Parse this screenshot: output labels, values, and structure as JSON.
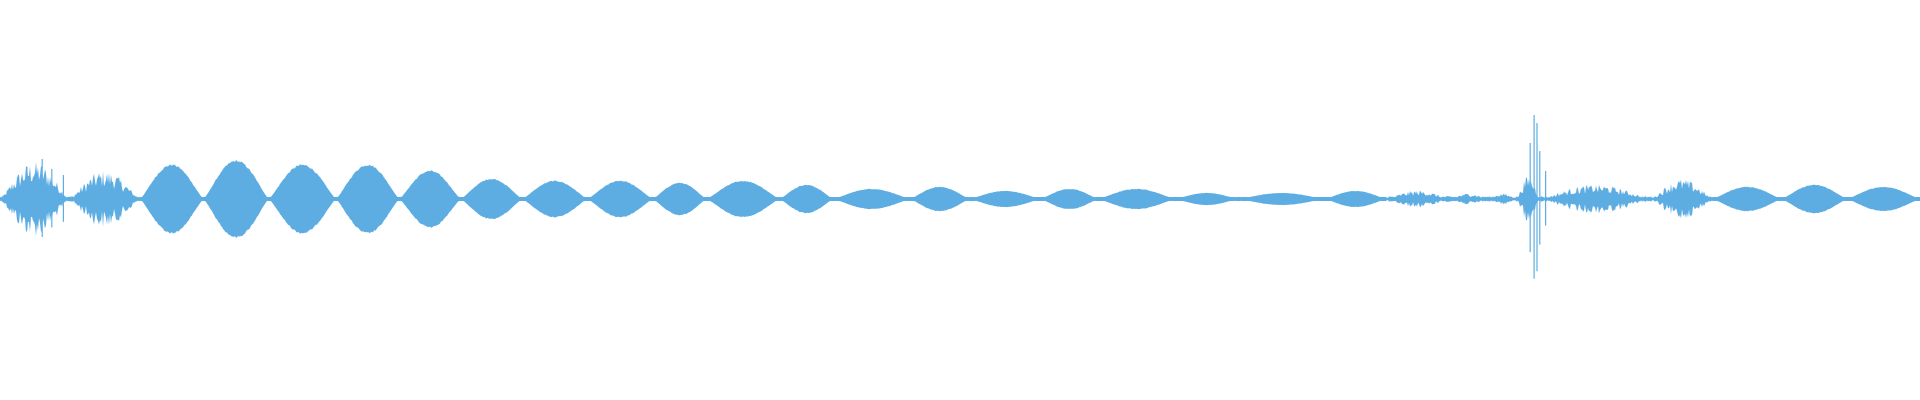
{
  "waveform": {
    "color": "#5DADE2",
    "background": "#ffffff",
    "baseline_amplitude": 0.01,
    "lobes": [
      {
        "start": 0.0,
        "end": 0.036,
        "peak": 0.13,
        "texture": "noisy"
      },
      {
        "start": 0.036,
        "end": 0.073,
        "peak": 0.1,
        "texture": "noisy"
      },
      {
        "start": 0.073,
        "end": 0.106,
        "peak": 0.17,
        "texture": "smooth"
      },
      {
        "start": 0.106,
        "end": 0.14,
        "peak": 0.19,
        "texture": "smooth"
      },
      {
        "start": 0.14,
        "end": 0.175,
        "peak": 0.17,
        "texture": "smooth"
      },
      {
        "start": 0.175,
        "end": 0.208,
        "peak": 0.17,
        "texture": "smooth"
      },
      {
        "start": 0.208,
        "end": 0.24,
        "peak": 0.14,
        "texture": "smooth"
      },
      {
        "start": 0.24,
        "end": 0.272,
        "peak": 0.1,
        "texture": "smooth"
      },
      {
        "start": 0.272,
        "end": 0.306,
        "peak": 0.09,
        "texture": "smooth"
      },
      {
        "start": 0.306,
        "end": 0.34,
        "peak": 0.09,
        "texture": "smooth"
      },
      {
        "start": 0.34,
        "end": 0.368,
        "peak": 0.08,
        "texture": "smooth"
      },
      {
        "start": 0.368,
        "end": 0.406,
        "peak": 0.09,
        "texture": "smooth"
      },
      {
        "start": 0.406,
        "end": 0.434,
        "peak": 0.07,
        "texture": "smooth"
      },
      {
        "start": 0.434,
        "end": 0.474,
        "peak": 0.05,
        "texture": "smooth"
      },
      {
        "start": 0.474,
        "end": 0.505,
        "peak": 0.06,
        "texture": "smooth"
      },
      {
        "start": 0.505,
        "end": 0.542,
        "peak": 0.04,
        "texture": "smooth"
      },
      {
        "start": 0.542,
        "end": 0.572,
        "peak": 0.05,
        "texture": "smooth"
      },
      {
        "start": 0.572,
        "end": 0.612,
        "peak": 0.05,
        "texture": "smooth"
      },
      {
        "start": 0.612,
        "end": 0.645,
        "peak": 0.03,
        "texture": "smooth"
      },
      {
        "start": 0.645,
        "end": 0.69,
        "peak": 0.03,
        "texture": "smooth"
      },
      {
        "start": 0.69,
        "end": 0.722,
        "peak": 0.04,
        "texture": "smooth"
      },
      {
        "start": 0.722,
        "end": 0.755,
        "peak": 0.03,
        "texture": "noisy"
      },
      {
        "start": 0.755,
        "end": 0.775,
        "peak": 0.02,
        "texture": "noisy"
      },
      {
        "start": 0.775,
        "end": 0.79,
        "peak": 0.02,
        "texture": "noisy"
      },
      {
        "start": 0.79,
        "end": 0.802,
        "peak": 0.08,
        "texture": "noisy"
      },
      {
        "start": 0.802,
        "end": 0.86,
        "peak": 0.05,
        "texture": "noisy"
      },
      {
        "start": 0.86,
        "end": 0.892,
        "peak": 0.07,
        "texture": "noisy"
      },
      {
        "start": 0.892,
        "end": 0.928,
        "peak": 0.06,
        "texture": "smooth"
      },
      {
        "start": 0.928,
        "end": 0.962,
        "peak": 0.07,
        "texture": "smooth"
      },
      {
        "start": 0.962,
        "end": 1.0,
        "peak": 0.06,
        "texture": "smooth"
      }
    ],
    "spikes": [
      {
        "position": 0.014,
        "amplitude": 0.16
      },
      {
        "position": 0.022,
        "amplitude": 0.2
      },
      {
        "position": 0.027,
        "amplitude": 0.15
      },
      {
        "position": 0.033,
        "amplitude": 0.12
      },
      {
        "position": 0.797,
        "amplitude": 0.28
      },
      {
        "position": 0.799,
        "amplitude": 0.42
      },
      {
        "position": 0.8005,
        "amplitude": 0.38
      },
      {
        "position": 0.802,
        "amplitude": 0.24
      },
      {
        "position": 0.805,
        "amplitude": 0.14
      }
    ]
  }
}
